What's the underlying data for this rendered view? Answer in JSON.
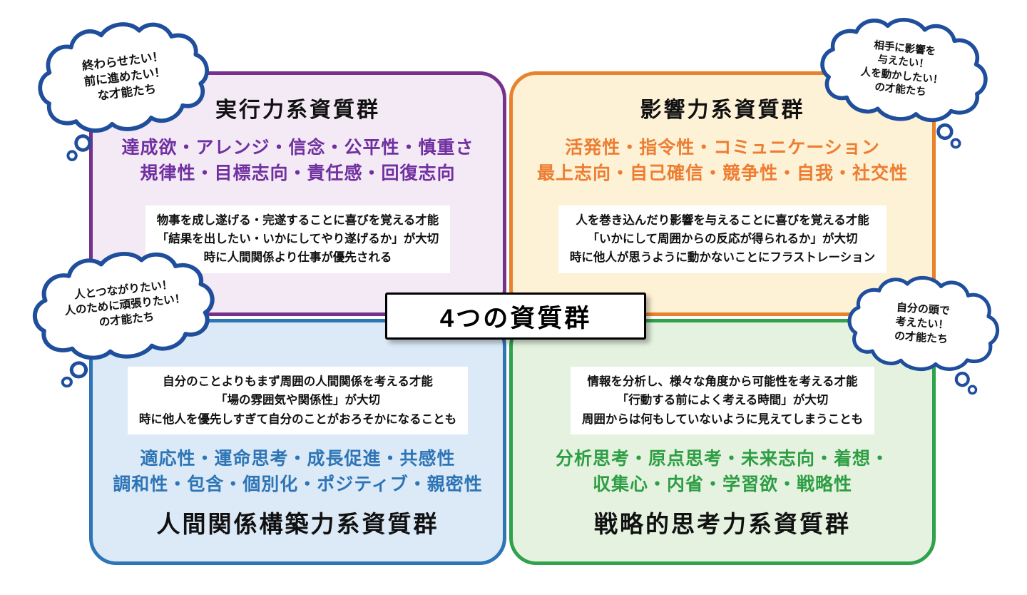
{
  "center_label": "4つの資質群",
  "colors": {
    "executing_border": "#76318C",
    "executing_fill": "#F3EAF6",
    "executing_text": "#7030A0",
    "influencing_border": "#E8832C",
    "influencing_fill": "#FDF1D6",
    "influencing_text": "#ED7D31",
    "relationship_border": "#2E75B6",
    "relationship_fill": "#DCEAF8",
    "relationship_text": "#2E75B6",
    "strategic_border": "#2FA24B",
    "strategic_fill": "#E4F2DF",
    "strategic_text": "#2E9E44",
    "cloud_outline": "#1F4E9C"
  },
  "quadrants": {
    "executing": {
      "title": "実行力系資質群",
      "talents": [
        "達成欲・アレンジ・信念・公平性・慎重さ",
        "規律性・目標志向・責任感・回復志向"
      ],
      "description": [
        "物事を成し遂げる・完遂することに喜びを覚える才能",
        "「結果を出したい・いかにしてやり遂げるか」が大切",
        "時に人間関係より仕事が優先される"
      ]
    },
    "influencing": {
      "title": "影響力系資質群",
      "talents": [
        "活発性・指令性・コミュニケーション",
        "最上志向・自己確信・競争性・自我・社交性"
      ],
      "description": [
        "人を巻き込んだり影響を与えることに喜びを覚える才能",
        "「いかにして周囲からの反応が得られるか」が大切",
        "時に他人が思うように動かないことにフラストレーション"
      ]
    },
    "relationship": {
      "title": "人間関係構築力系資質群",
      "talents": [
        "適応性・運命思考・成長促進・共感性",
        "調和性・包含・個別化・ポジティブ・親密性"
      ],
      "description": [
        "自分のことよりもまず周囲の人間関係を考える才能",
        "「場の雰囲気や関係性」が大切",
        "時に他人を優先しすぎて自分のことがおろそかになることも"
      ]
    },
    "strategic": {
      "title": "戦略的思考力系資質群",
      "talents": [
        "分析思考・原点思考・未来志向・着想・",
        "収集心・内省・学習欲・戦略性"
      ],
      "description": [
        "情報を分析し、様々な角度から可能性を考える才能",
        "「行動する前によく考える時間」が大切",
        "周囲からは何もしていないように見えてしまうことも"
      ]
    }
  },
  "clouds": {
    "executing": [
      "終わらせたい！",
      "前に進めたい！",
      "な才能たち"
    ],
    "influencing": [
      "相手に影響を",
      "与えたい！",
      "人を動かしたい！",
      "の才能たち"
    ],
    "relationship": [
      "人とつながりたい！",
      "人のために頑張りたい！",
      "の才能たち"
    ],
    "strategic": [
      "自分の頭で",
      "考えたい！",
      "の才能たち"
    ]
  }
}
